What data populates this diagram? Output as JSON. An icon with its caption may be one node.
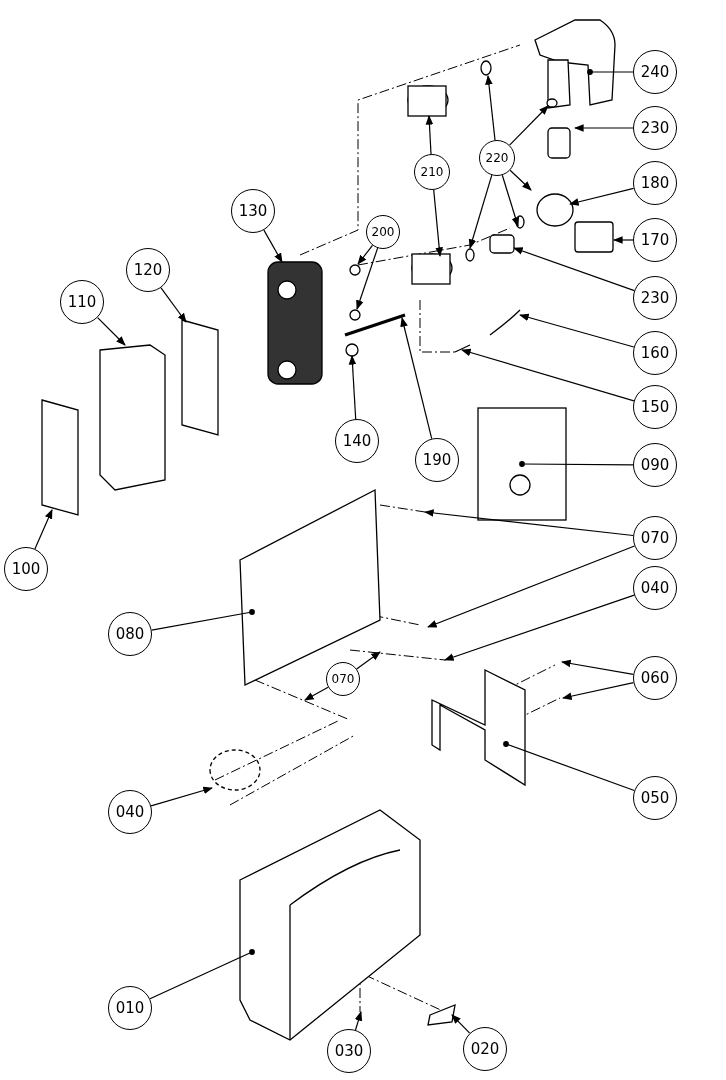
{
  "diagram": {
    "nodes": [
      {
        "text": [
          "240"
        ]
      },
      {
        "text": [
          "230"
        ]
      },
      {
        "text": [
          "180"
        ]
      },
      {
        "text": [
          "170"
        ]
      },
      {
        "text": [
          "230"
        ]
      },
      {
        "text": [
          "160"
        ]
      },
      {
        "text": [
          "150"
        ]
      },
      {
        "text": [
          "090"
        ]
      },
      {
        "text": [
          "070"
        ]
      },
      {
        "text": [
          "040"
        ]
      },
      {
        "text": [
          "060"
        ]
      },
      {
        "text": [
          "050"
        ]
      },
      {
        "text": [
          "220"
        ]
      },
      {
        "text": [
          "210"
        ]
      },
      {
        "text": [
          "200"
        ]
      },
      {
        "text": [
          "130"
        ]
      },
      {
        "text": [
          "120"
        ]
      },
      {
        "text": [
          "110"
        ]
      },
      {
        "text": [
          "140"
        ]
      },
      {
        "text": [
          "190"
        ]
      },
      {
        "text": [
          "100"
        ]
      },
      {
        "text": [
          "080"
        ]
      },
      {
        "text": [
          "070"
        ]
      },
      {
        "text": [
          "040"
        ]
      },
      {
        "text": [
          "010"
        ]
      },
      {
        "text": [
          "030"
        ]
      },
      {
        "text": [
          "020"
        ]
      }
    ],
    "edges": [
      {
        "from": 0,
        "to": null,
        "arrow": "other"
      },
      {
        "from": 1,
        "to": null,
        "arrow": "to"
      },
      {
        "from": 2,
        "to": null,
        "arrow": "to"
      },
      {
        "from": 3,
        "to": null,
        "arrow": "to"
      },
      {
        "from": 4,
        "to": null,
        "arrow": "to"
      },
      {
        "from": 5,
        "to": null,
        "arrow": "to"
      },
      {
        "from": 6,
        "to": null,
        "arrow": "to"
      },
      {
        "from": 7,
        "to": null,
        "arrow": "other"
      },
      {
        "from": 8,
        "to": null,
        "arrow": "to"
      },
      {
        "from": 8,
        "to": null,
        "arrow": "to"
      },
      {
        "from": 9,
        "to": null,
        "arrow": "to"
      },
      {
        "from": 10,
        "to": null,
        "arrow": "to"
      },
      {
        "from": 10,
        "to": null,
        "arrow": "to"
      },
      {
        "from": 11,
        "to": null,
        "arrow": "other"
      },
      {
        "from": 12,
        "to": null,
        "arrow": "to"
      },
      {
        "from": 12,
        "to": null,
        "arrow": "to"
      },
      {
        "from": 12,
        "to": null,
        "arrow": "to"
      },
      {
        "from": 12,
        "to": null,
        "arrow": "to"
      },
      {
        "from": 12,
        "to": null,
        "arrow": "to"
      },
      {
        "from": 13,
        "to": null,
        "arrow": "to"
      },
      {
        "from": 13,
        "to": null,
        "arrow": "to"
      },
      {
        "from": 14,
        "to": null,
        "arrow": "to"
      },
      {
        "from": 14,
        "to": null,
        "arrow": "to"
      },
      {
        "from": 15,
        "to": null,
        "arrow": "to"
      },
      {
        "from": 16,
        "to": null,
        "arrow": "to"
      },
      {
        "from": 17,
        "to": null,
        "arrow": "to"
      },
      {
        "from": 18,
        "to": null,
        "arrow": "to"
      },
      {
        "from": 19,
        "to": null,
        "arrow": "to"
      },
      {
        "from": 20,
        "to": null,
        "arrow": "to"
      },
      {
        "from": 21,
        "to": null,
        "arrow": "other"
      },
      {
        "from": 22,
        "to": null,
        "arrow": "to"
      },
      {
        "from": 22,
        "to": null,
        "arrow": "to"
      },
      {
        "from": 23,
        "to": null,
        "arrow": "to"
      },
      {
        "from": 24,
        "to": null,
        "arrow": "other"
      },
      {
        "from": 25,
        "to": null,
        "arrow": "to"
      },
      {
        "from": 26,
        "to": null,
        "arrow": "to"
      }
    ]
  }
}
